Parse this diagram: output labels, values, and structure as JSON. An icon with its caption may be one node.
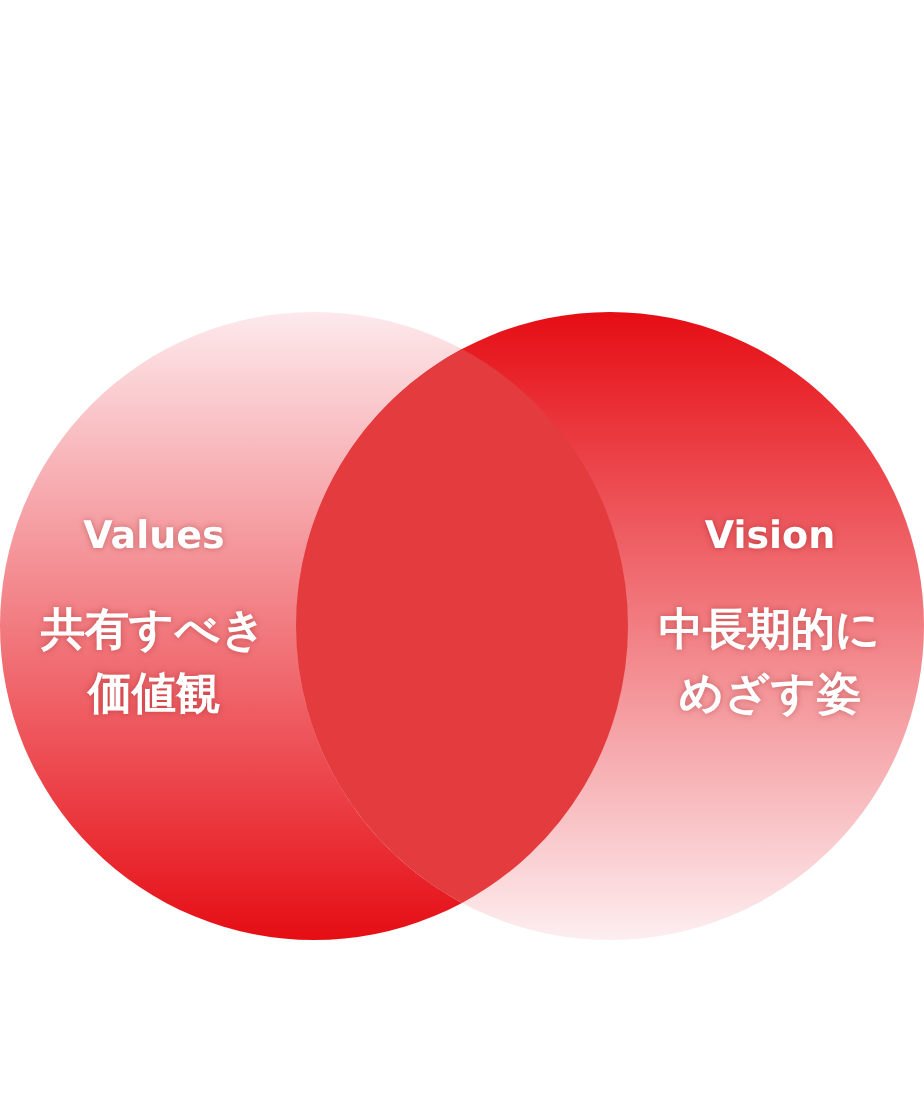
{
  "diagram": {
    "nodes": [
      {
        "text": [
          "Values",
          "共有すべき価値観"
        ]
      },
      {
        "text": [
          "Vision",
          "中長期的にめざす姿"
        ]
      }
    ],
    "edges": []
  }
}
